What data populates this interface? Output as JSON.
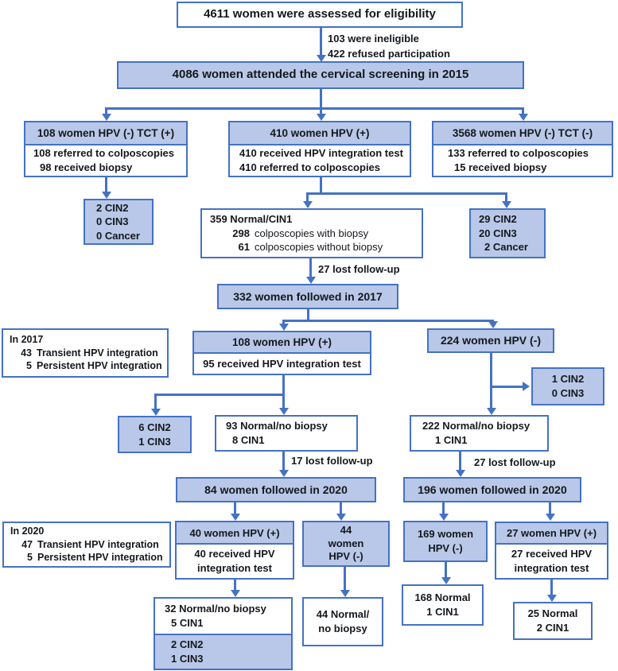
{
  "colors": {
    "accent": "#4472c4",
    "box_fill": "#b9c8e8",
    "text": "#14181d"
  },
  "flow": {
    "eligibility": "4611 women were assessed for eligibility",
    "excluded": [
      "103 were ineligible",
      "422 refused participation"
    ],
    "screening": "4086 women attended the cervical screening in 2015",
    "arm_tct_pos": {
      "header": "108 women HPV (-) TCT (+)",
      "body": [
        "108 referred to colposcopies",
        "98 received biopsy"
      ]
    },
    "arm_hpv_pos": {
      "header": "410 women HPV (+)",
      "body": [
        "410 received HPV integration test",
        "410 referred to colposcopies"
      ]
    },
    "arm_tct_neg": {
      "header": "3568 women HPV (-) TCT (-)",
      "body": [
        "133 referred to colposcopies",
        "15 received biopsy"
      ]
    },
    "outcome_tct_pos": [
      "2 CIN2",
      "0 CIN3",
      "0 Cancer"
    ],
    "normal_2015": {
      "title": "359 Normal/CIN1",
      "items": [
        {
          "num": "298",
          "text": "colposcopies with biopsy"
        },
        {
          "num": "61",
          "text": "colposcopies without biopsy"
        }
      ]
    },
    "outcome_hpv_pos": [
      "29 CIN2",
      "20 CIN3",
      "2 Cancer"
    ],
    "lost_2015": "27 lost follow-up",
    "followed_2017": "332 women followed in 2017",
    "note_2017": {
      "title": "In 2017",
      "items": [
        {
          "num": "43",
          "text": "Transient HPV integration"
        },
        {
          "num": "5",
          "text": "Persistent HPV integration"
        }
      ]
    },
    "hpv_pos_2017": {
      "header": "108 women HPV (+)",
      "body": "95 received HPV integration test"
    },
    "hpv_neg_2017": "224 women HPV (-)",
    "outcome_neg_2017": [
      "1 CIN2",
      "0 CIN3"
    ],
    "outcome_pos_2017": [
      "6 CIN2",
      "1 CIN3"
    ],
    "normal_pos_2017": [
      "93 Normal/no biopsy",
      "8 CIN1"
    ],
    "normal_neg_2017": [
      "222 Normal/no biopsy",
      "1 CIN1"
    ],
    "lost_2017_left": "17 lost follow-up",
    "lost_2017_right": "27 lost follow-up",
    "followed_2020_left": "84 women followed in 2020",
    "followed_2020_right": "196 women followed in 2020",
    "note_2020": {
      "title": "In 2020",
      "items": [
        {
          "num": "47",
          "text": "Transient HPV integration"
        },
        {
          "num": "5",
          "text": "Persistent HPV integration"
        }
      ]
    },
    "hpv_pos_2020_left": {
      "header": "40 women HPV (+)",
      "body": [
        "40 received HPV",
        "integration test"
      ]
    },
    "hpv_neg_2020_left": [
      "44",
      "women",
      "HPV (-)"
    ],
    "hpv_neg_2020_right": [
      "169 women",
      "HPV (-)"
    ],
    "hpv_pos_2020_right": {
      "header": "27 women HPV (+)",
      "body": [
        "27 received HPV",
        "integration test"
      ]
    },
    "result_2020_a": {
      "white": [
        "32 Normal/no biopsy",
        "5 CIN1"
      ],
      "blue": [
        "2 CIN2",
        "1 CIN3"
      ]
    },
    "result_2020_b": [
      "44 Normal/",
      "no biopsy"
    ],
    "result_2020_c": [
      "168 Normal",
      "1 CIN1"
    ],
    "result_2020_d": [
      "25 Normal",
      "2 CIN1"
    ]
  }
}
